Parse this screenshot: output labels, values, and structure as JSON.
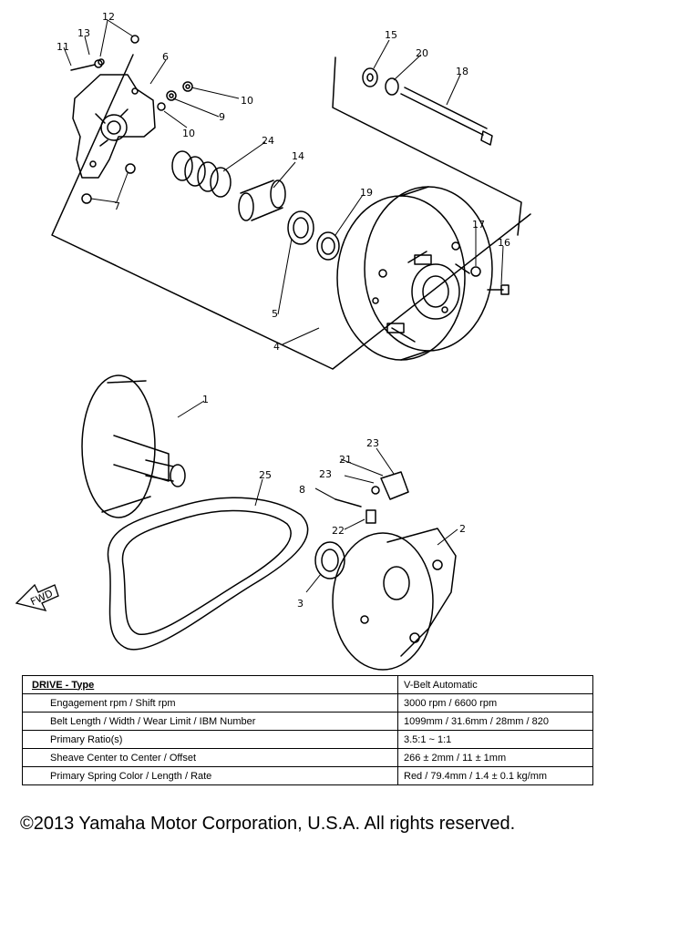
{
  "callouts": {
    "c1": "1",
    "c2": "2",
    "c3": "3",
    "c4": "4",
    "c5": "5",
    "c6": "6",
    "c7": "7",
    "c8": "8",
    "c9": "9",
    "c10a": "10",
    "c10b": "10",
    "c11": "11",
    "c12": "12",
    "c13": "13",
    "c14": "14",
    "c15": "15",
    "c16": "16",
    "c17": "17",
    "c18": "18",
    "c19": "19",
    "c20": "20",
    "c21": "21",
    "c22": "22",
    "c23a": "23",
    "c23b": "23",
    "c24": "24",
    "c25": "25"
  },
  "fwd_label": "FWD",
  "spec_table": {
    "rows": [
      {
        "param": "DRIVE - Type",
        "value": "V-Belt Automatic"
      },
      {
        "param": "Engagement rpm / Shift rpm",
        "value": "3000 rpm / 6600 rpm"
      },
      {
        "param": "Belt Length / Width / Wear Limit / IBM Number",
        "value": "1099mm / 31.6mm / 28mm / 820"
      },
      {
        "param": "Primary Ratio(s)",
        "value": "3.5:1 ~ 1:1"
      },
      {
        "param": "Sheave Center to Center / Offset",
        "value": "266 ± 2mm / 11 ± 1mm"
      },
      {
        "param": "Primary Spring Color / Length / Rate",
        "value": "Red / 79.4mm / 1.4 ± 0.1 kg/mm"
      }
    ]
  },
  "copyright": "©2013 Yamaha Motor Corporation, U.S.A. All rights reserved."
}
